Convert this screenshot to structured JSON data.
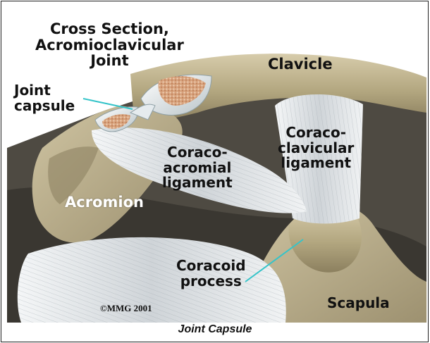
{
  "image": {
    "labels": {
      "cross_section": "Cross Section,\nAcromioclavicular\nJoint",
      "joint_capsule": "Joint\ncapsule",
      "clavicle": "Clavicle",
      "coraco_clavicular": "Coraco-\nclavicular\nligament",
      "coraco_acromial": "Coraco-\nacromial\nligament",
      "acromion": "Acromion",
      "coracoid_process": "Coracoid\nprocess",
      "scapula": "Scapula"
    },
    "credit": "©MMG 2001"
  },
  "caption": "Joint Capsule",
  "colors": {
    "background": "#ffffff",
    "bone": "#b8ac8a",
    "ligament": "#d9dde0",
    "marrow": "#d9a882",
    "pointer": "#35c4c9"
  }
}
